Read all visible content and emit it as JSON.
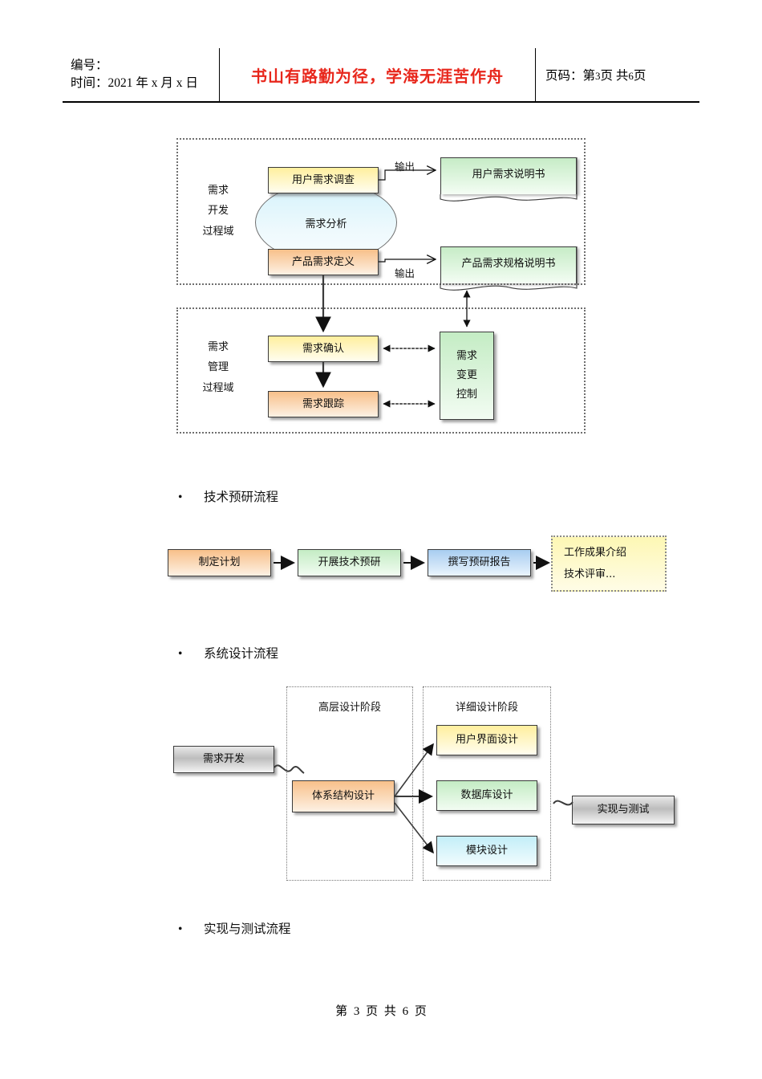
{
  "header": {
    "left_line1": "编号：",
    "left_line2": "时间：2021 年 x 月 x 日",
    "slogan": "书山有路勤为径，学海无涯苦作舟",
    "page_prefix": "页码：第",
    "page_num": "3",
    "page_mid": "页  共",
    "page_total": "6",
    "page_suffix": "页"
  },
  "diagram1": {
    "area_dev_label": "需求\n开发\n过程域",
    "area_dev_l1": "需求",
    "area_dev_l2": "开发",
    "area_dev_l3": "过程域",
    "area_mgmt_l1": "需求",
    "area_mgmt_l2": "管理",
    "area_mgmt_l3": "过程域",
    "ellipse": "需求分析",
    "box_survey": "用户需求调查",
    "box_define": "产品需求定义",
    "doc_user_spec": "用户需求说明书",
    "doc_product_spec": "产品需求规格说明书",
    "edge_output_1": "输出",
    "edge_output_2": "输出",
    "box_confirm": "需求确认",
    "box_trace": "需求跟踪",
    "box_change_l1": "需求",
    "box_change_l2": "变更",
    "box_change_l3": "控制"
  },
  "bullets": {
    "b1": "技术预研流程",
    "b2": "系统设计流程",
    "b3": "实现与测试流程"
  },
  "diagram2": {
    "step1": "制定计划",
    "step2": "开展技术预研",
    "step3": "撰写预研报告",
    "outcome_l1": "工作成果介绍",
    "outcome_l2": "技术评审..."
  },
  "diagram3": {
    "stage_high": "高层设计阶段",
    "stage_detail": "详细设计阶段",
    "box_req_dev": "需求开发",
    "box_arch": "体系结构设计",
    "box_ui": "用户界面设计",
    "box_db": "数据库设计",
    "box_module": "模块设计",
    "box_impl_test": "实现与测试"
  },
  "footer": {
    "p1": "第",
    "num": "3",
    "p2": "页",
    "p3": "共",
    "total": "6",
    "p4": "页"
  },
  "colors": {
    "slogan_red": "#e8271c",
    "yellow": "#ffef9e",
    "orange": "#f8c08a",
    "green": "#c4ecc4",
    "blue": "#a8cdf0",
    "cyan": "#c3eef8",
    "gray": "#bdbdbd"
  }
}
